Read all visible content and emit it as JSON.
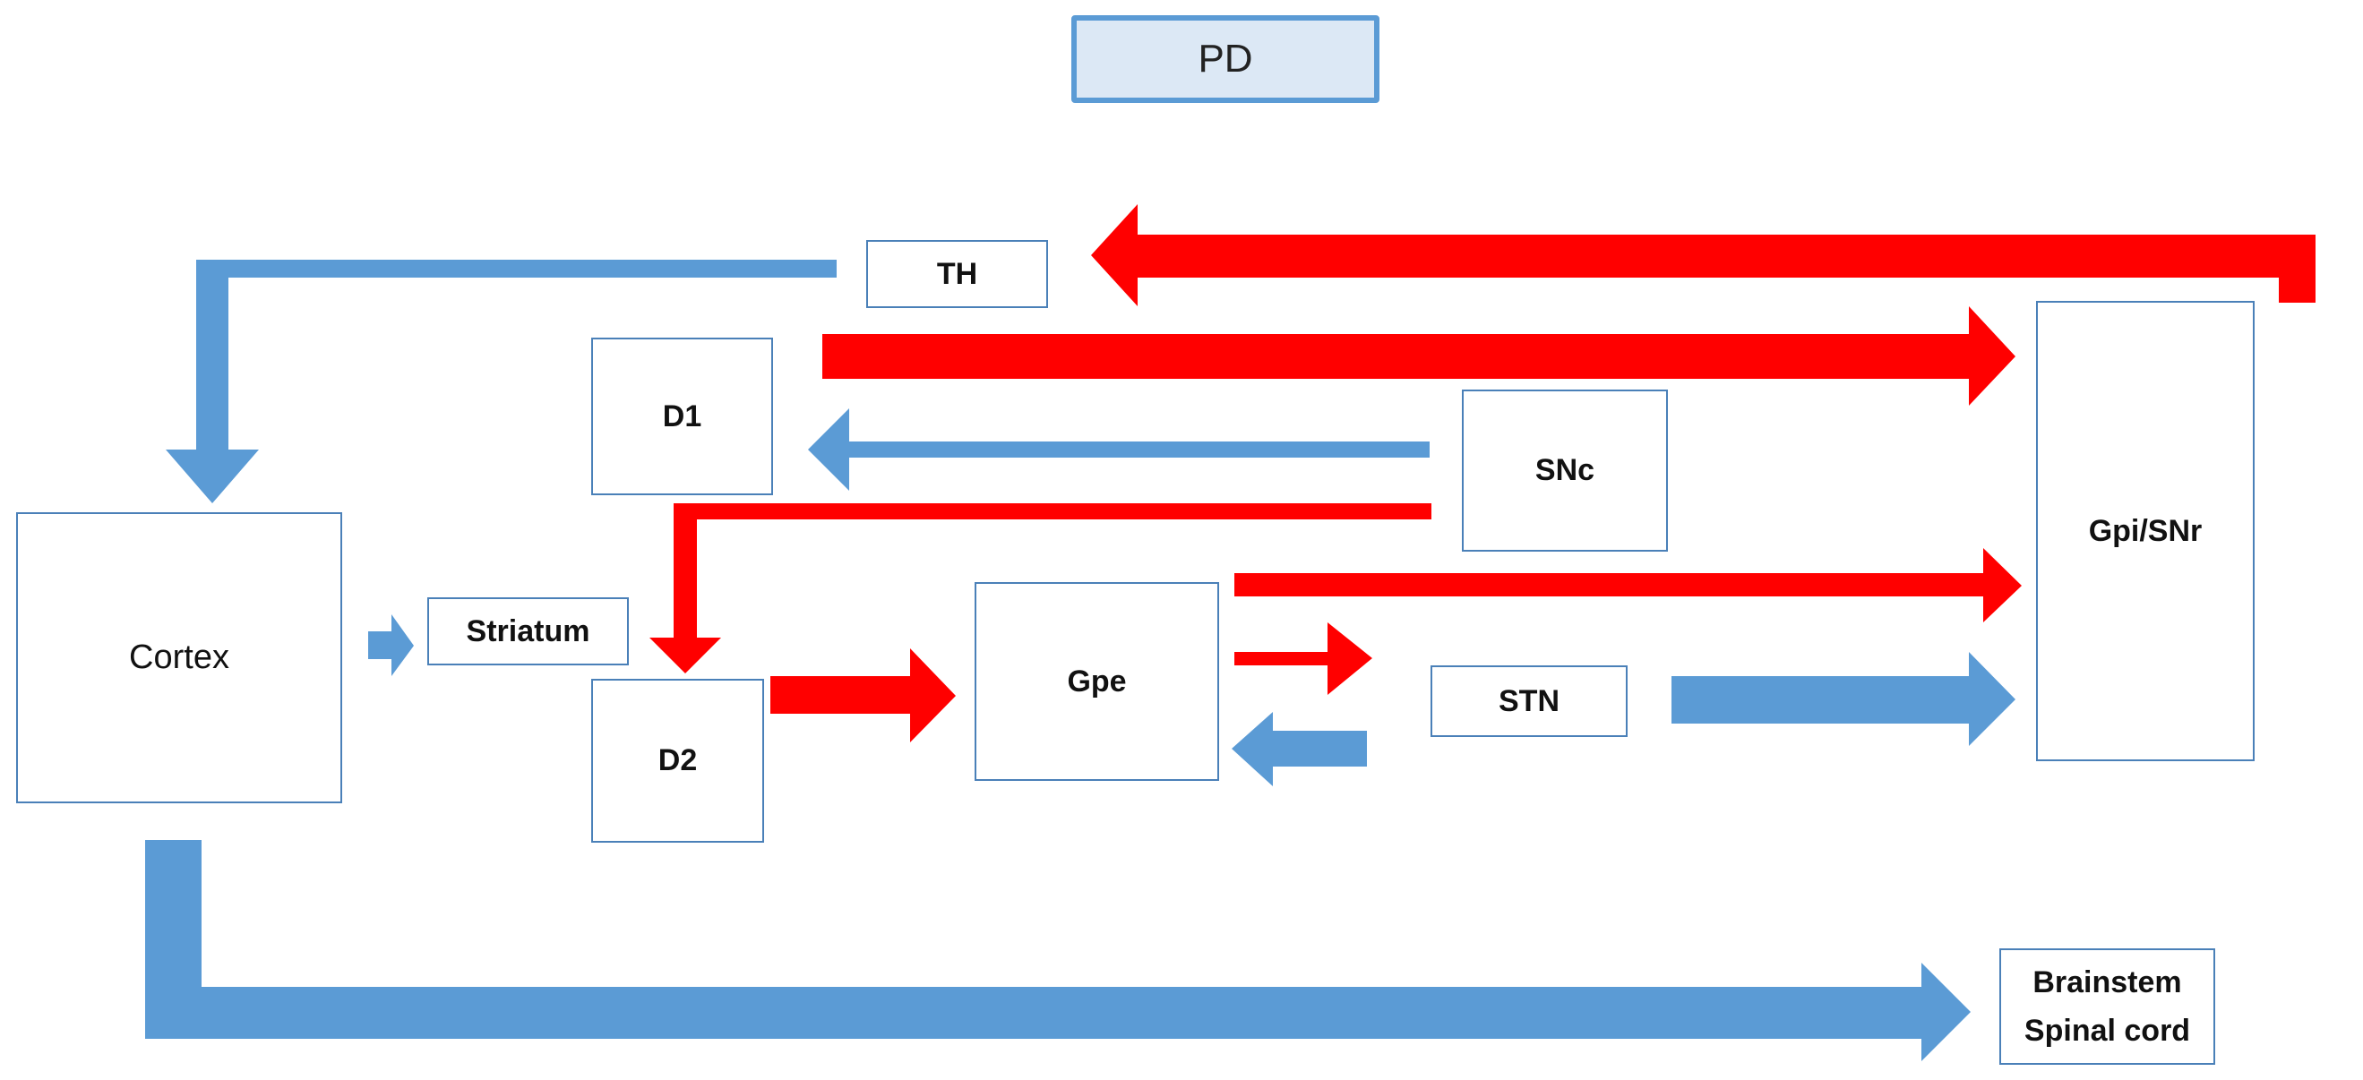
{
  "title": "PD",
  "nodes": {
    "th": "TH",
    "d1": "D1",
    "snc": "SNc",
    "gpi_snr": "Gpi/SNr",
    "cortex": "Cortex",
    "striatum": "Striatum",
    "gpe": "Gpe",
    "stn": "STN",
    "d2": "D2",
    "brainstem_line1": "Brainstem",
    "brainstem_line2": "Spinal cord"
  },
  "colors": {
    "blue_arrow": "#5b9bd5",
    "red_arrow": "#ff0000",
    "box_border": "#4a80b8",
    "title_fill": "#dce8f5"
  },
  "connections": [
    {
      "from": "Gpi/SNr",
      "to": "TH",
      "color": "red"
    },
    {
      "from": "TH",
      "to": "Cortex",
      "color": "blue"
    },
    {
      "from": "D1",
      "to": "Gpi/SNr",
      "color": "red"
    },
    {
      "from": "SNc",
      "to": "D1",
      "color": "blue"
    },
    {
      "from": "SNc",
      "to": "D2",
      "color": "red"
    },
    {
      "from": "Gpe",
      "to": "Gpi/SNr",
      "color": "red"
    },
    {
      "from": "Cortex",
      "to": "Striatum",
      "color": "blue"
    },
    {
      "from": "D2",
      "to": "Gpe",
      "color": "red"
    },
    {
      "from": "Gpe",
      "to": "STN",
      "color": "red"
    },
    {
      "from": "STN",
      "to": "Gpe",
      "color": "blue"
    },
    {
      "from": "STN",
      "to": "Gpi/SNr",
      "color": "blue"
    },
    {
      "from": "Cortex",
      "to": "Brainstem / Spinal cord",
      "color": "blue"
    }
  ]
}
